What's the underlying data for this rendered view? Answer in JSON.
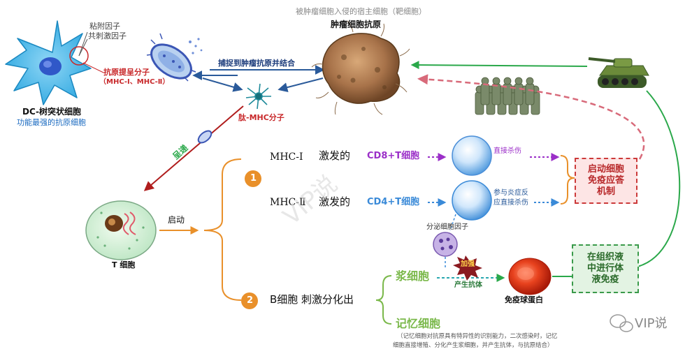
{
  "header": {
    "host_caption": "被肿瘤细胞入侵的宿主细胞（靶细胞）",
    "tumor_antigen": "肿瘤细胞抗原"
  },
  "dc": {
    "adhesion": "粘附因子",
    "costim": "共刺激因子",
    "presenting": "抗原提呈分子",
    "mhc_list": "（MHC-Ⅰ、MHC-Ⅱ）",
    "name": "DC-树突状细胞",
    "subtitle": "功能最强的抗原细胞"
  },
  "capture_label": "捕捉到肿瘤抗原并结合",
  "peptide_mhc": "肽-MHC分子",
  "present_label": "呈递",
  "tcell": {
    "name": "T 细胞",
    "start": "启动"
  },
  "branch1": {
    "num": "1",
    "mhc": "MHC-Ⅰ",
    "activate": "激发的",
    "cell": "CD8+T细胞",
    "effect": "直接杀伤"
  },
  "branch2": {
    "mhc": "MHC-Ⅱ",
    "activate": "激发的",
    "cell": "CD4+T细胞",
    "effect_line1": "参与炎症反",
    "effect_line2": "应直接杀伤",
    "cytokine": "分泌细胞因子"
  },
  "branch3": {
    "num": "2",
    "text": "B细胞  刺激分化出",
    "plasma": "浆细胞",
    "enhance": "加强",
    "antibody": "产生抗体",
    "immunoglobulin": "免疫球蛋白",
    "memory": "记忆细胞",
    "memory_note1": "（记忆细胞对抗原具有特异性的识别能力，二次感染时，记忆",
    "memory_note2": "细胞直接增殖、分化产生浆细胞，并产生抗体，与抗原结合）"
  },
  "response_box": "启动细胞\n免疫应答\n机制",
  "humoral_box": "在组织液\n中进行体\n液免疫",
  "watermark": "VIP说",
  "brand": "VIP说",
  "colors": {
    "blue_arrow": "#2a5a9a",
    "red_arrow": "#b01d1d",
    "green_arrow": "#2aa84a",
    "pink_dash": "#d86a7a",
    "orange": "#e9902a",
    "purple": "#9b2fc8",
    "cd4_blue": "#3a8ad8",
    "response_border": "#cc3a3a",
    "response_fill": "#fde5e5",
    "humoral_border": "#3a9a4a",
    "humoral_fill": "#e3f3e3"
  }
}
